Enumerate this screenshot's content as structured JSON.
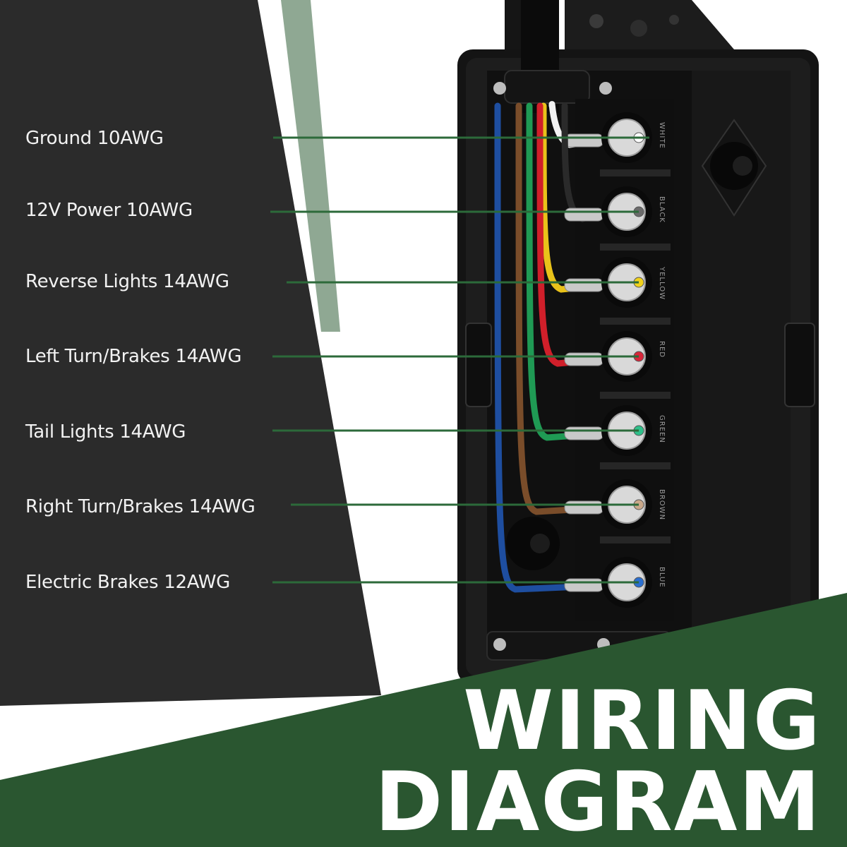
{
  "title": {
    "line1": "WIRING",
    "line2": "DIAGRAM"
  },
  "connections": [
    {
      "label": "Ground 10AWG",
      "terminal": "WHITE",
      "wire_color": "#f2f2f2",
      "dot_color": "#ffffff"
    },
    {
      "label": "12V Power 10AWG",
      "terminal": "BLACK",
      "wire_color": "#2a2a2a",
      "dot_color": "#6b6b6b"
    },
    {
      "label": "Reverse Lights 14AWG",
      "terminal": "YELLOW",
      "wire_color": "#e9c21a",
      "dot_color": "#f1d21c"
    },
    {
      "label": "Left Turn/Brakes 14AWG",
      "terminal": "RED",
      "wire_color": "#d01f2a",
      "dot_color": "#d8263a"
    },
    {
      "label": "Tail Lights 14AWG",
      "terminal": "GREEN",
      "wire_color": "#1f9a54",
      "dot_color": "#2fc08a"
    },
    {
      "label": "Right Turn/Brakes 14AWG",
      "terminal": "BROWN",
      "wire_color": "#7a4d2a",
      "dot_color": "#c9a88a"
    },
    {
      "label": "Electric Brakes 12AWG",
      "terminal": "BLUE",
      "wire_color": "#1e4ea0",
      "dot_color": "#2b6fd0"
    }
  ],
  "colors": {
    "dark_panel": "#2b2b2b",
    "brand_green": "#2a5630",
    "pointer_line": "#2c6a3a",
    "sage_stripe": "#8fa893",
    "box_black": "#141414"
  }
}
